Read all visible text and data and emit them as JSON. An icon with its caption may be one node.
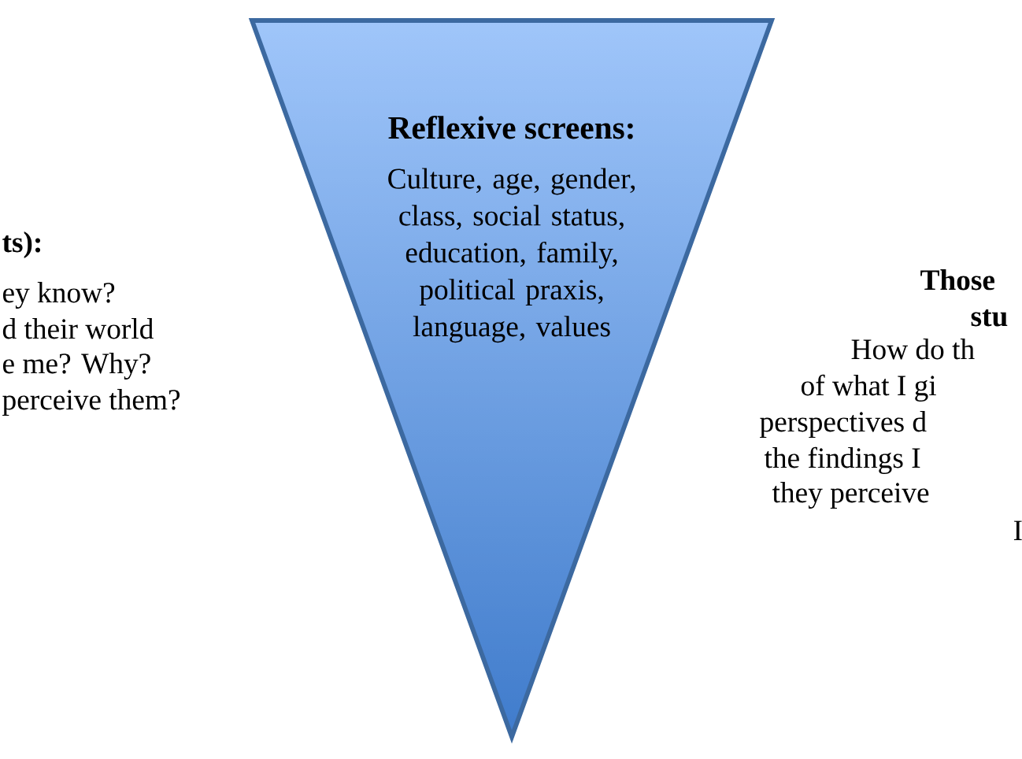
{
  "diagram": {
    "nodes": [
      {
        "text": [
          "Reflexive screens:",
          "Culture, age, gender, class, social status, education, family, political praxis, language, values"
        ]
      }
    ],
    "labels": [
      "ts):",
      "ey know?",
      "d their world",
      "e me? Why?",
      "perceive them?",
      "Those",
      "stu",
      "How do th",
      "of what I gi",
      "perspectives d",
      "the findings I",
      "they perceive",
      "I"
    ]
  }
}
